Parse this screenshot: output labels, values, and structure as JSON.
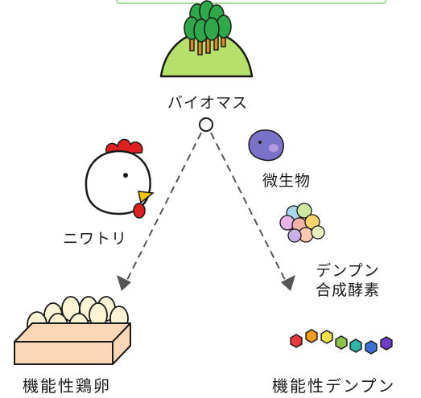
{
  "labels": {
    "biomass": "バイオマス",
    "microbe": "微生物",
    "chicken": "ニワトリ",
    "enzyme_line1": "デンプン",
    "enzyme_line2": "合成酵素",
    "eggs": "機能性鶏卵",
    "starch": "機能性デンプン"
  },
  "colors": {
    "top_bar": "#a8dca0",
    "hill": "#b5e06a",
    "tree": "#2ea84a",
    "trunk": "#e08a2a",
    "arrow": "#555555",
    "microbe": "#7a72c8",
    "comb": "#e02020",
    "beak": "#f5c800",
    "tray": "#fbd7b8",
    "egg": "#fcf4d4"
  },
  "icons": [
    "forest-hill-icon",
    "branch-node-icon",
    "microbe-icon",
    "chicken-icon",
    "enzyme-cluster-icon",
    "egg-tray-icon",
    "starch-chain-icon"
  ],
  "starch_chain_colors": [
    "#e8383d",
    "#f39a1f",
    "#f5e04a",
    "#8bc34a",
    "#2db5a8",
    "#3b6fd8",
    "#6c3fc6"
  ]
}
